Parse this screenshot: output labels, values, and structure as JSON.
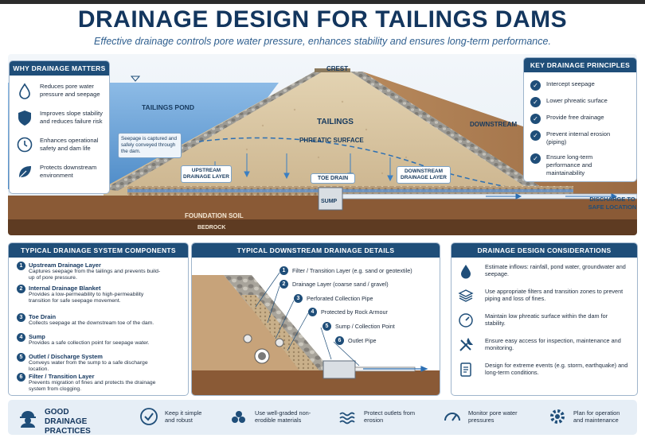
{
  "header": {
    "title": "DRAINAGE DESIGN FOR TAILINGS DAMS",
    "subtitle": "Effective drainage controls pore water pressure, enhances stability and ensures long-term performance."
  },
  "scene": {
    "crest": "CREST",
    "tailings_pond": "TAILINGS POND",
    "tailings": "TAILINGS",
    "phreatic_surface": "PHREATIC SURFACE",
    "downstream": "DOWNSTREAM",
    "seepage_note": "Seepage is captured and safely conveyed through the dam.",
    "upstream_layer": "UPSTREAM DRAINAGE LAYER",
    "downstream_layer": "DOWNSTREAM DRAINAGE LAYER",
    "toe_drain": "TOE DRAIN",
    "sump": "SUMP",
    "foundation_soil": "FOUNDATION SOIL",
    "bedrock": "BEDROCK",
    "discharge": "DISCHARGE TO SAFE LOCATION"
  },
  "why": {
    "title": "WHY DRAINAGE MATTERS",
    "items": [
      {
        "icon": "water-drop-icon",
        "text": "Reduces pore water pressure and seepage"
      },
      {
        "icon": "shield-icon",
        "text": "Improves slope stability and reduces failure risk"
      },
      {
        "icon": "clock-icon",
        "text": "Enhances operational safety and dam life"
      },
      {
        "icon": "leaf-icon",
        "text": "Protects downstream environment"
      }
    ]
  },
  "principles": {
    "title": "KEY DRAINAGE PRINCIPLES",
    "items": [
      "Intercept seepage",
      "Lower phreatic surface",
      "Provide free drainage",
      "Prevent internal erosion (piping)",
      "Ensure long-term performance and maintainability"
    ]
  },
  "components": {
    "title": "TYPICAL DRAINAGE SYSTEM COMPONENTS",
    "items": [
      {
        "num": "1",
        "name": "Upstream Drainage Layer",
        "desc": "Captures seepage from the tailings and prevents build-up of pore pressure."
      },
      {
        "num": "2",
        "name": "Internal Drainage Blanket",
        "desc": "Provides a low-permeability to high-permeability transition for safe seepage movement."
      },
      {
        "num": "3",
        "name": "Toe Drain",
        "desc": "Collects seepage at the downstream toe of the dam."
      },
      {
        "num": "4",
        "name": "Sump",
        "desc": "Provides a safe collection point for seepage water."
      },
      {
        "num": "5",
        "name": "Outlet / Discharge System",
        "desc": "Conveys water from the sump to a safe discharge location."
      },
      {
        "num": "6",
        "name": "Filter / Transition Layer",
        "desc": "Prevents migration of fines and protects the drainage system from clogging."
      }
    ]
  },
  "details": {
    "title": "TYPICAL DOWNSTREAM DRAINAGE DETAILS",
    "items": [
      {
        "num": "1",
        "text": "Filter / Transition Layer (e.g. sand or geotextile)"
      },
      {
        "num": "2",
        "text": "Drainage Layer (coarse sand / gravel)"
      },
      {
        "num": "3",
        "text": "Perforated Collection Pipe"
      },
      {
        "num": "4",
        "text": "Protected by Rock Armour"
      },
      {
        "num": "5",
        "text": "Sump / Collection Point"
      },
      {
        "num": "6",
        "text": "Outlet Pipe"
      }
    ]
  },
  "considerations": {
    "title": "DRAINAGE DESIGN CONSIDERATIONS",
    "items": [
      {
        "icon": "drop-icon",
        "text": "Estimate inflows: rainfall, pond water, groundwater and seepage."
      },
      {
        "icon": "layers-icon",
        "text": "Use appropriate filters and transition zones to prevent piping and loss of fines."
      },
      {
        "icon": "gauge-icon",
        "text": "Maintain low phreatic surface within the dam for stability."
      },
      {
        "icon": "tools-icon",
        "text": "Ensure easy access for inspection, maintenance and monitoring."
      },
      {
        "icon": "checklist-icon",
        "text": "Design for extreme events (e.g. storm, earthquake) and long-term conditions."
      }
    ]
  },
  "practices": {
    "title": "GOOD DRAINAGE PRACTICES",
    "items": [
      {
        "icon": "check-circle-icon",
        "text": "Keep it simple and robust"
      },
      {
        "icon": "stones-icon",
        "text": "Use well-graded non-erodible materials"
      },
      {
        "icon": "water-waves-icon",
        "text": "Protect outlets from erosion"
      },
      {
        "icon": "gauge-icon",
        "text": "Monitor pore water pressures"
      },
      {
        "icon": "gear-icon",
        "text": "Plan for operation and maintenance"
      }
    ]
  },
  "colors": {
    "navy": "#1f4e79",
    "water": "#6fa3d6",
    "tailings": "#d9c6a2",
    "soil": "#8a5a36"
  }
}
